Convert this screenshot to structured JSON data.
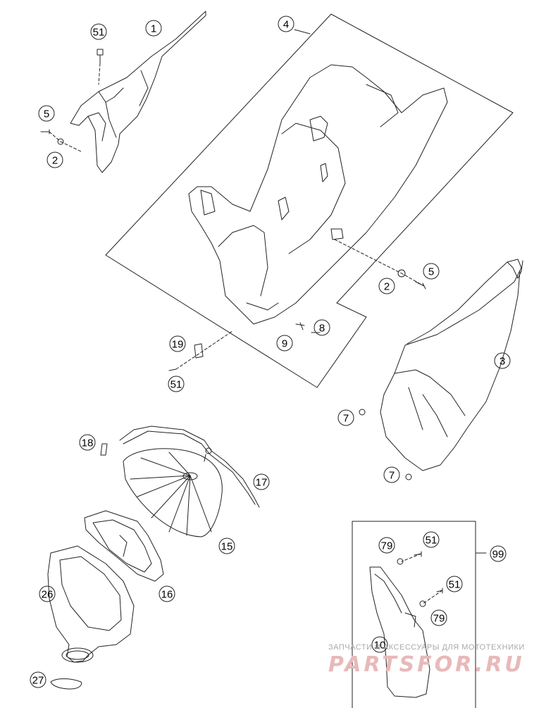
{
  "callouts": {
    "c1": "1",
    "c51a": "51",
    "c5a": "5",
    "c2a": "2",
    "c4": "4",
    "c5b": "5",
    "c2b": "2",
    "c3": "3",
    "c8": "8",
    "c9": "9",
    "c19": "19",
    "c51b": "51",
    "c7a": "7",
    "c7b": "7",
    "c18": "18",
    "c17": "17",
    "c15": "15",
    "c16": "16",
    "c26": "26",
    "c27": "27",
    "c99": "99",
    "c79a": "79",
    "c51c": "51",
    "c51d": "51",
    "c79b": "79",
    "c10": "10"
  },
  "watermark": {
    "tagline": "ЗАПЧАСТИ И АКСЕССУАРЫ ДЛЯ МОТОТЕХНИКИ",
    "brand": "PARTSFOR.RU"
  },
  "colors": {
    "line": "#222222",
    "watermark_brand": "#e8b9b9",
    "watermark_tagline": "#a9a9a9"
  }
}
